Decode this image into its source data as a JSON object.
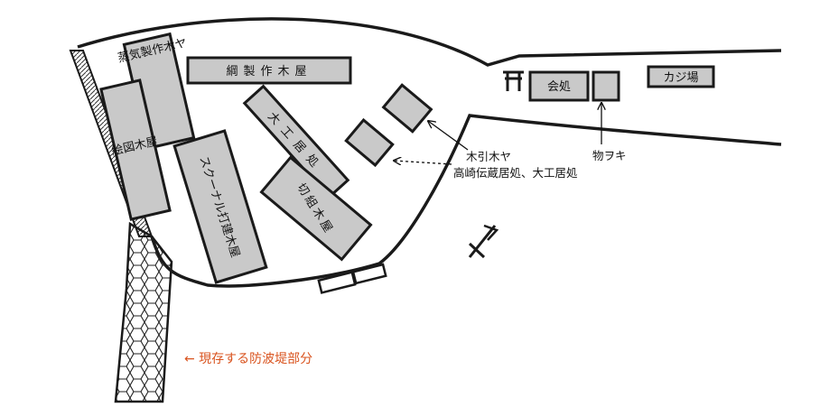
{
  "map": {
    "buildings": {
      "steam_works": "蒸気製作木ヤ",
      "drawing_shed": "絵図木屋",
      "rope_shed": "綱製作木屋",
      "carpenter_shed": "大工居処",
      "schooner_shed": "スクーナル打建木屋",
      "cutting_shed": "切組木屋",
      "meeting_place": "会処",
      "smithy": "カジ場"
    },
    "annotations": {
      "timber_hauling": "木引木ヤ",
      "quarters": "高崎伝蔵居処、大工居処",
      "storehouse": "物ヲキ",
      "breakwater": "← 現存する防波堤部分"
    },
    "colors": {
      "building_fill": "#c9c9c9",
      "line": "#1a1a1a",
      "breakwater_note": "#d9531e"
    },
    "icons": [
      "torii-gate-icon",
      "shrine-symbol-icon"
    ]
  }
}
